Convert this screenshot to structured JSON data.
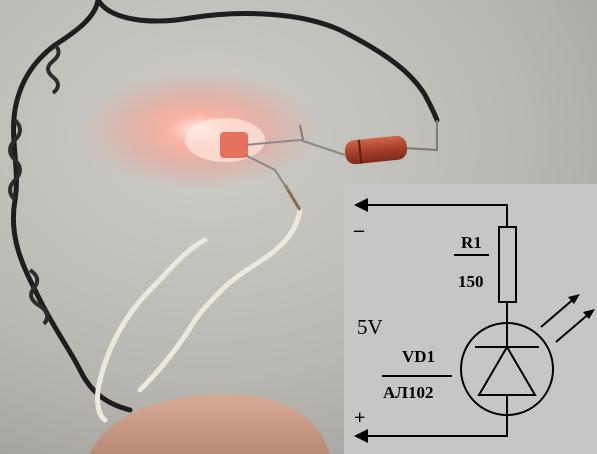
{
  "schematic": {
    "voltage": "5V",
    "resistor": {
      "name": "R1",
      "value": "150"
    },
    "diode": {
      "name": "VD1",
      "value": "АЛ102"
    },
    "terminal_negative": "–",
    "terminal_positive": "+"
  },
  "colors": {
    "wall": "#b9b8b4",
    "schematic_panel": "#c6c6c6",
    "resistor_body": "#b5472b",
    "led_glow": "#ff9a8a",
    "black_wire": "#1e1e1e",
    "white_wire": "#ece8dc",
    "skin": "#c99a86"
  }
}
